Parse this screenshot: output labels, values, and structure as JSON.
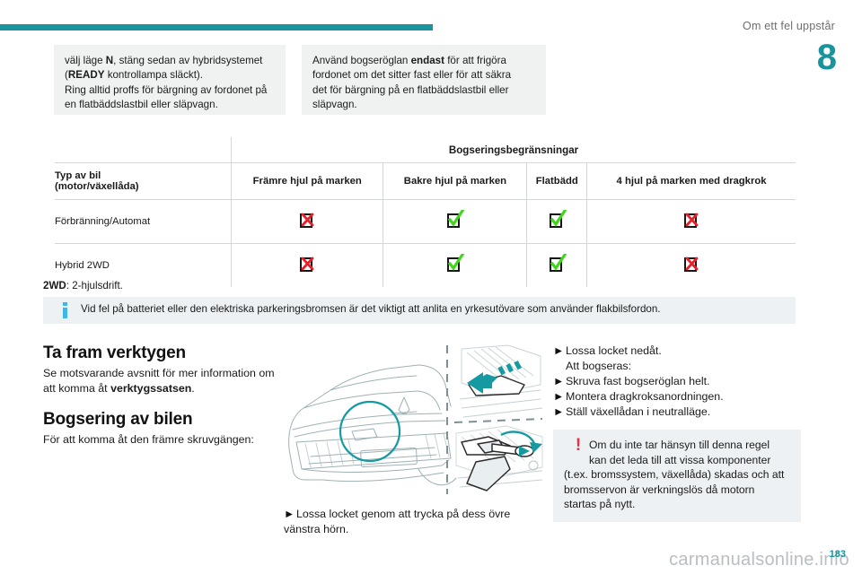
{
  "header": {
    "chapter_title": "Om ett fel uppstår",
    "chapter_number": "8",
    "rule_color": "#19939c"
  },
  "top_notes": [
    {
      "lines": [
        "välj läge N, stäng sedan av hybridsystemet",
        "(READY kontrollampa släckt).",
        "Ring alltid proffs för bärgning av fordonet på",
        "en flatbäddslastbil eller släpvagn."
      ],
      "bold_terms": [
        "N",
        "READY"
      ]
    },
    {
      "lines": [
        "Använd bogseröglan endast för att frigöra",
        "fordonet om det sitter fast eller för att säkra",
        "det för bärgning på en flatbäddslastbil eller",
        "släpvagn."
      ],
      "bold_terms": [
        "endast"
      ]
    }
  ],
  "table": {
    "group_header": "Bogseringsbegränsningar",
    "row_header_line1": "Typ av bil",
    "row_header_line2": "(motor/växellåda)",
    "columns": [
      "Främre hjul på marken",
      "Bakre hjul på marken",
      "Flatbädd",
      "4 hjul på marken med dragkrok"
    ],
    "rows": [
      {
        "label": "Förbränning/Automat",
        "marks": [
          "cross",
          "check",
          "check",
          "cross"
        ]
      },
      {
        "label": "Hybrid 2WD",
        "marks": [
          "cross",
          "check",
          "check",
          "cross"
        ]
      }
    ],
    "mark_colors": {
      "cross": "#e8202a",
      "check": "#3fd61b",
      "box": "#161616"
    }
  },
  "legend": {
    "abbr": "2WD",
    "definition": ": 2-hjulsdrift."
  },
  "info_strip": {
    "icon": "info-icon",
    "icon_color": "#3fb5e8",
    "text": "Vid fel på batteriet eller den elektriska parkeringsbromsen är det viktigt att anlita en yrkesutövare som använder flakbilsfordon."
  },
  "left_column": {
    "heading_1": "Ta fram verktygen",
    "paragraph_1_part1": "Se motsvarande avsnitt för mer information om att komma åt ",
    "paragraph_1_bold": "verktygssatsen",
    "paragraph_1_part2": ".",
    "heading_2": "Bogsering av bilen",
    "paragraph_2": "För att komma åt den främre skruvgängen:"
  },
  "illustration": {
    "name": "front-towing-eye-cover-illustration",
    "line_color": "#8fa3a8",
    "accent_color": "#149aa0",
    "caption_bullet": "►",
    "caption_text": "Lossa locket genom att trycka på dess övre vänstra hörn."
  },
  "right_column": {
    "steps": [
      {
        "bullet": "►",
        "text": "Lossa locket nedåt."
      },
      {
        "bullet": "",
        "text": "Att bogseras:"
      },
      {
        "bullet": "►",
        "text": "Skruva fast bogseröglan helt."
      },
      {
        "bullet": "►",
        "text": "Montera dragkroksanordningen."
      },
      {
        "bullet": "►",
        "text": "Ställ växellådan i neutralläge."
      }
    ],
    "warning": {
      "icon": "exclamation-icon",
      "icon_color": "#ef2d3c",
      "lines": [
        "Om du inte tar hänsyn till denna regel",
        "kan det leda till att vissa komponenter",
        "(t.ex. bromssystem, växellåda) skadas och att",
        "bromsservon är verkningslös då motorn",
        "startas på nytt."
      ]
    }
  },
  "footer": {
    "watermark": "carmanualsonline.info",
    "page_number": "183"
  }
}
